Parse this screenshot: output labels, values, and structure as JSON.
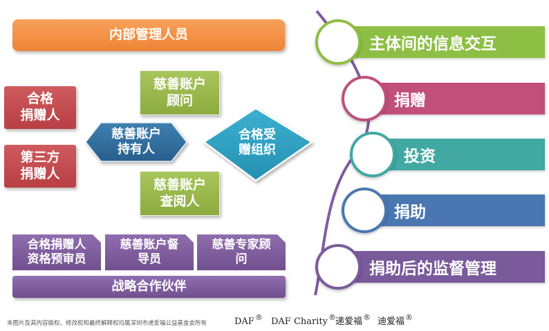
{
  "colors": {
    "orange": "#f28e43",
    "red": "#c34b4f",
    "green": "#9bb74b",
    "teal_hex": "#2f9fc1",
    "navy_hex": "#2f6fa0",
    "purple": "#7d5c9b",
    "bar_green": "#8ebf45",
    "bar_pink": "#c04f7a",
    "bar_teal": "#41a8a2",
    "bar_blue": "#4a77b1",
    "bar_purple": "#7a5a9b"
  },
  "left": {
    "internal_mgmt": "内部管理人员",
    "qualified_donor": [
      "合格",
      "捐赠人"
    ],
    "third_party_donor": [
      "第三方",
      "捐赠人"
    ],
    "account_advisor": [
      "慈善账户",
      "顾问"
    ],
    "account_holder": [
      "慈善账户",
      "持有人"
    ],
    "account_viewer": [
      "慈善账户",
      "查阅人"
    ],
    "qualified_org": [
      "合格受",
      "赠组织"
    ],
    "bottom_row": [
      [
        "合格捐赠人",
        "资格预审员"
      ],
      [
        "慈善账户督",
        "导员"
      ],
      [
        "慈善专家顾",
        "问"
      ]
    ],
    "strategic_partner": "战略合作伙伴"
  },
  "right": {
    "items": [
      {
        "label": "主体间的信息交互",
        "color": "#8ebf45"
      },
      {
        "label": "捐赠",
        "color": "#c04f7a"
      },
      {
        "label": "投资",
        "color": "#41a8a2"
      },
      {
        "label": "捐助",
        "color": "#4a77b1"
      },
      {
        "label": "捐助后的监督管理",
        "color": "#7a5a9b"
      }
    ]
  },
  "footer": {
    "copyright": "本图片及其内容版权、修改权和最终解释权均属深圳市递爱福公益基金会所有",
    "brands": [
      "DAF",
      "DAF Charity",
      "递爱福",
      "迪爱福"
    ],
    "registered": "®"
  }
}
